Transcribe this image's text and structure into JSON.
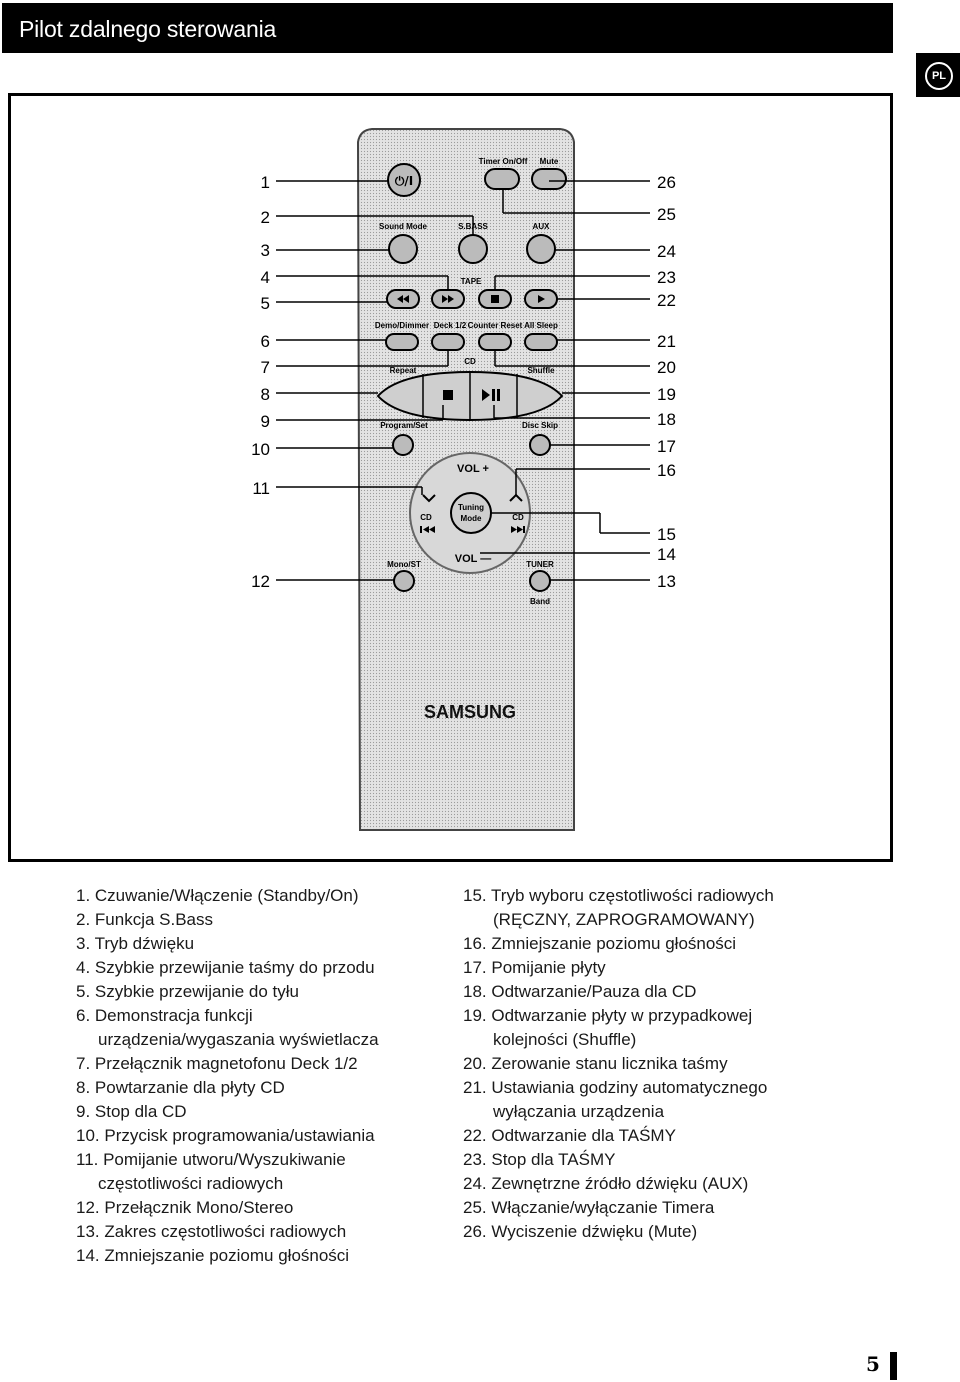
{
  "header": {
    "title": "Pilot zdalnego sterowania"
  },
  "lang_badge": "PL",
  "remote": {
    "brand": "SAMSUNG",
    "labels": {
      "power": "⏻/I",
      "timer": "Timer On/Off",
      "mute": "Mute",
      "sound_mode": "Sound Mode",
      "sbass": "S.BASS",
      "aux": "AUX",
      "tape": "TAPE",
      "demo_dimmer": "Demo/Dimmer",
      "deck": "Deck 1/2",
      "counter_reset": "Counter Reset",
      "all_sleep": "All Sleep",
      "cd": "CD",
      "repeat": "Repeat",
      "shuffle": "Shuffle",
      "program_set": "Program/Set",
      "disc_skip": "Disc Skip",
      "vol_plus": "VOL +",
      "vol_minus": "VOL —",
      "cd_left": "CD",
      "cd_right": "CD",
      "tuning_mode_1": "Tuning",
      "tuning_mode_2": "Mode",
      "mono_st": "Mono/ST",
      "tuner": "TUNER",
      "band": "Band"
    },
    "callouts_left": [
      "1",
      "2",
      "3",
      "4",
      "5",
      "6",
      "7",
      "8",
      "9",
      "10",
      "11",
      "12"
    ],
    "callouts_right": [
      "26",
      "25",
      "24",
      "23",
      "22",
      "21",
      "20",
      "19",
      "18",
      "17",
      "16",
      "15",
      "14",
      "13"
    ]
  },
  "list_left": [
    {
      "main": "1.  Czuwanie/Włączenie (Standby/On)"
    },
    {
      "main": "2.  Funkcja S.Bass"
    },
    {
      "main": "3.  Tryb dźwięku"
    },
    {
      "main": "4.  Szybkie przewijanie taśmy do przodu"
    },
    {
      "main": "5.  Szybkie przewijanie do tyłu"
    },
    {
      "main": "6.  Demonstracja funkcji",
      "cont": "urządzenia/wygaszania wyświetlacza"
    },
    {
      "main": "7.  Przełącznik magnetofonu Deck 1/2"
    },
    {
      "main": "8.  Powtarzanie dla płyty CD"
    },
    {
      "main": "9.  Stop dla CD"
    },
    {
      "main": "10. Przycisk programowania/ustawiania"
    },
    {
      "main": "11. Pomijanie utworu/Wyszukiwanie",
      "cont": "częstotliwości radiowych"
    },
    {
      "main": "12. Przełącznik Mono/Stereo"
    },
    {
      "main": "13. Zakres częstotliwości radiowych"
    },
    {
      "main": "14. Zmniejszanie poziomu głośności"
    }
  ],
  "list_right": [
    {
      "main": "15. Tryb wyboru częstotliwości radiowych",
      "cont": "(RĘCZNY, ZAPROGRAMOWANY)"
    },
    {
      "main": "16. Zmniejszanie poziomu głośności"
    },
    {
      "main": "17. Pomijanie płyty"
    },
    {
      "main": "18. Odtwarzanie/Pauza dla CD"
    },
    {
      "main": "19. Odtwarzanie płyty w przypadkowej",
      "cont": "kolejności (Shuffle)"
    },
    {
      "main": "20. Zerowanie stanu licznika taśmy"
    },
    {
      "main": "21. Ustawiania godziny automatycznego",
      "cont": "wyłączania urządzenia"
    },
    {
      "main": "22. Odtwarzanie dla TAŚMY"
    },
    {
      "main": "23. Stop dla TAŚMY"
    },
    {
      "main": "24. Zewnętrzne źródło dźwięku (AUX)"
    },
    {
      "main": "25. Włączanie/wyłączanie Timera"
    },
    {
      "main": "26. Wyciszenie dźwięku (Mute)"
    }
  ],
  "page_number": "5"
}
